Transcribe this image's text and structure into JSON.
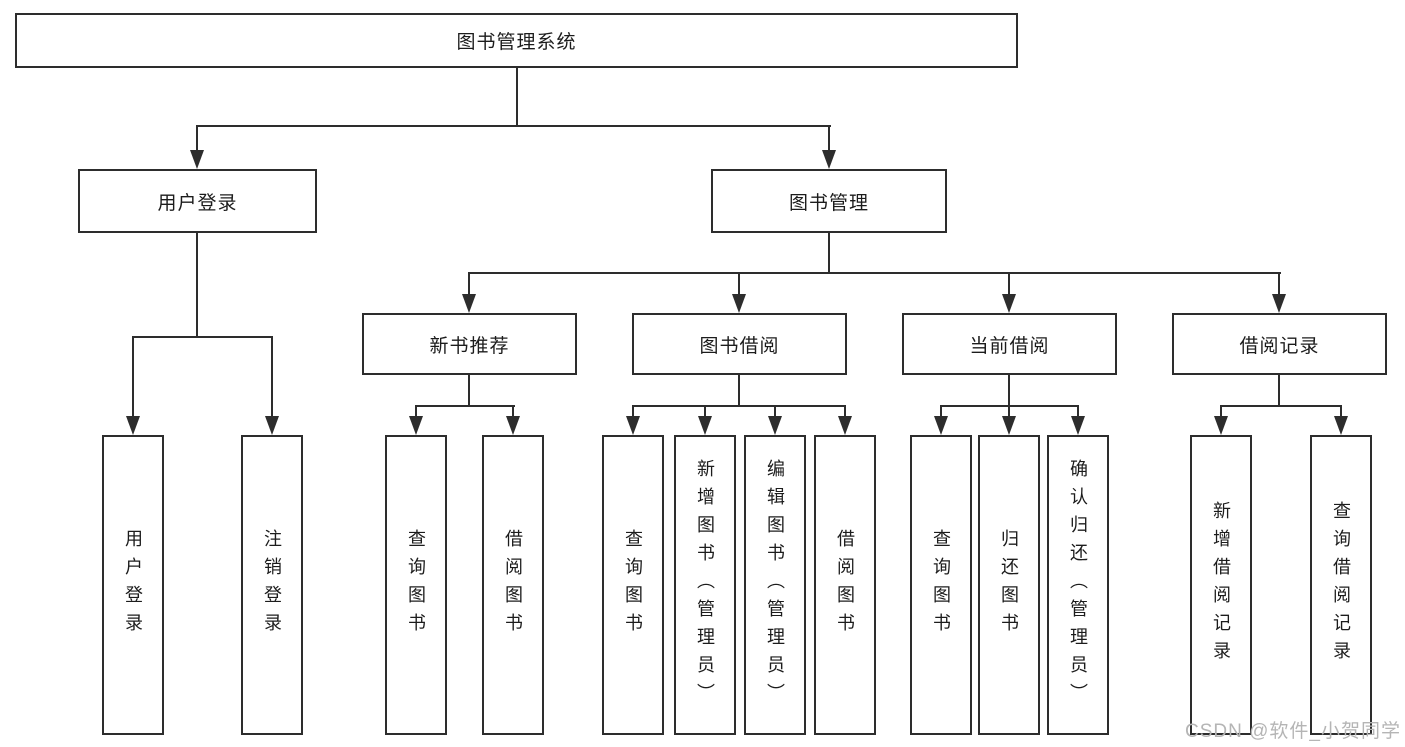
{
  "diagram": {
    "root": {
      "label": "图书管理系统"
    },
    "level2": [
      {
        "id": "user-login",
        "label": "用户登录"
      },
      {
        "id": "book-management",
        "label": "图书管理"
      }
    ],
    "level3": [
      {
        "id": "new-book-recommendation",
        "label": "新书推荐"
      },
      {
        "id": "book-borrowing",
        "label": "图书借阅"
      },
      {
        "id": "current-borrowing",
        "label": "当前借阅"
      },
      {
        "id": "borrowing-records",
        "label": "借阅记录"
      }
    ],
    "leaves": {
      "user_login": [
        "用户登录",
        "注销登录"
      ],
      "new_book": [
        "查询图书",
        "借阅图书"
      ],
      "book_borrow": [
        "查询图书",
        "新增图书（管理员）",
        "编辑图书（管理员）",
        "借阅图书"
      ],
      "current_borrow": [
        "查询图书",
        "归还图书",
        "确认归还（管理员）"
      ],
      "borrow_records": [
        "新增借阅记录",
        "查询借阅记录"
      ]
    }
  },
  "watermark": {
    "text": "CSDN @软件_小贺同学"
  },
  "colors": {
    "line": "#2d2d2d",
    "text": "#1c1c1c",
    "background": "#ffffff",
    "watermark": "#b5b5b5"
  }
}
